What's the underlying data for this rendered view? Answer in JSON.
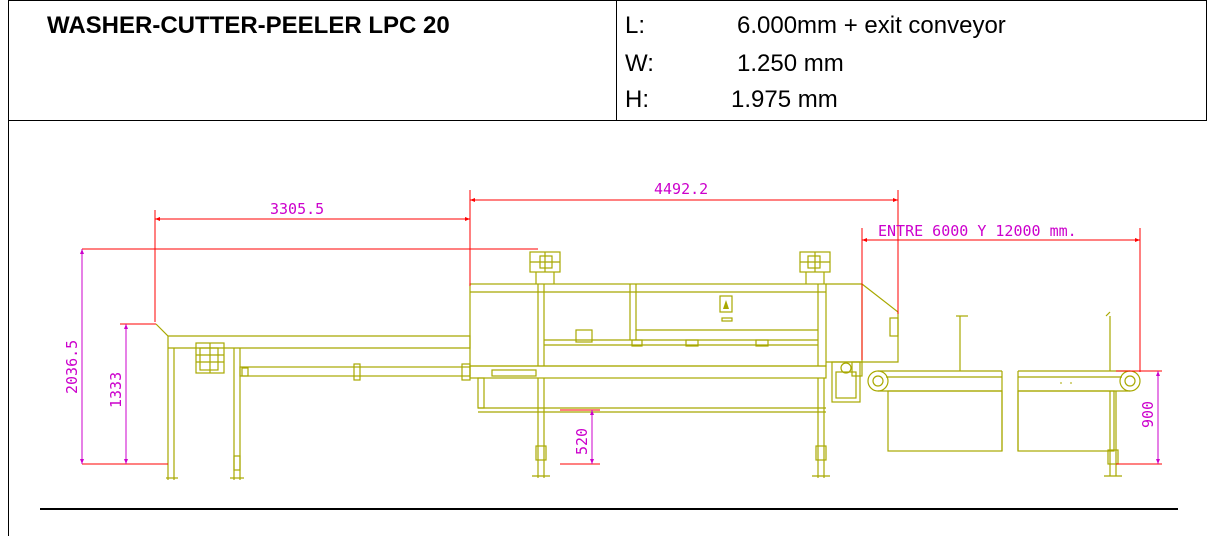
{
  "header": {
    "title": "WASHER-CUTTER-PEELER LPC 20",
    "specs": [
      {
        "label": "L:",
        "value": "6.000mm + exit conveyor"
      },
      {
        "label": "W:",
        "value": "1.250 mm"
      },
      {
        "label": "H:",
        "value": "1.975 mm"
      }
    ]
  },
  "drawing": {
    "dimensions": {
      "overall_right": "4492.2",
      "infeed_length": "3305.5",
      "exit_conveyor": "ENTRE 6000 Y 12000 mm.",
      "total_height": "2036.5",
      "infeed_height": "1333",
      "frame_clearance": "520",
      "conveyor_height": "900"
    },
    "colors": {
      "machine": "#a8a800",
      "horizontal_dim": "#ff0000",
      "vertical_dim": "#cc00cc",
      "border": "#000000"
    }
  }
}
